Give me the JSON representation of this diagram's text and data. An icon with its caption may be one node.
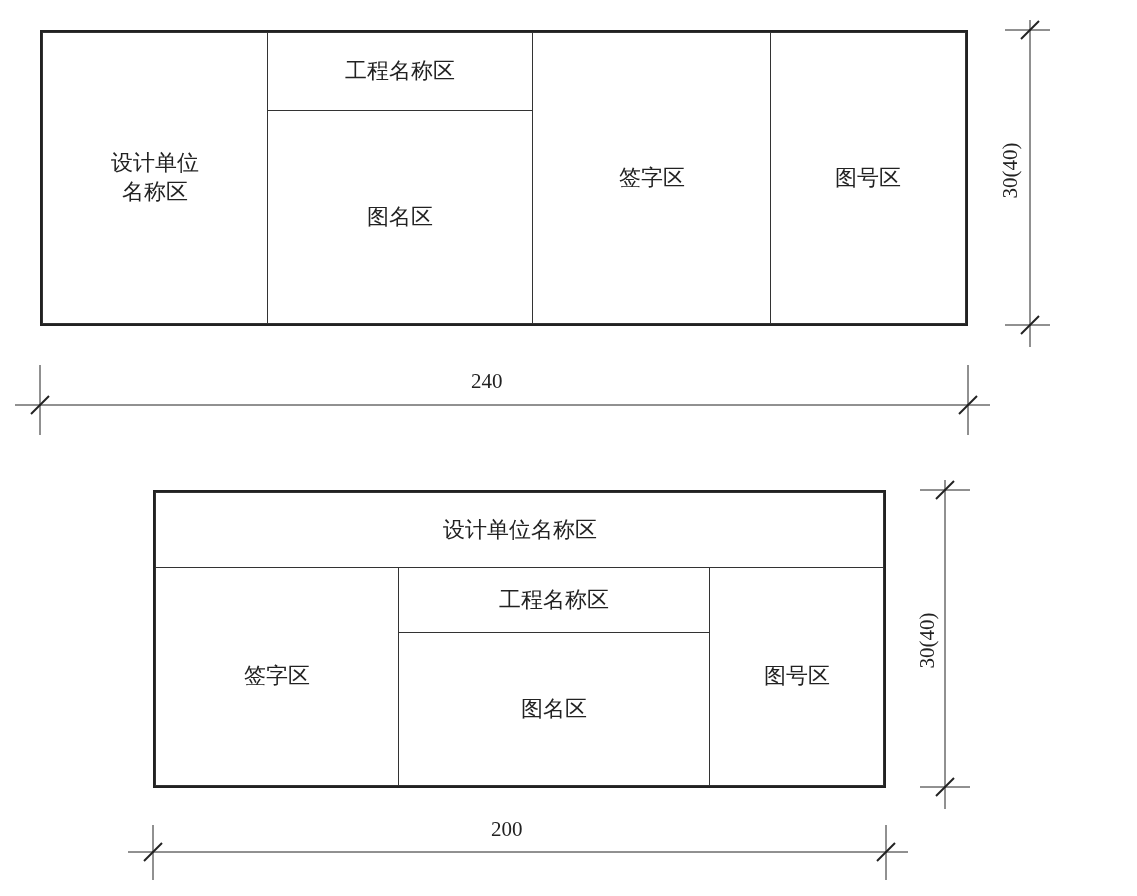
{
  "diagram": {
    "nodes": [
      {
        "text": [],
        "shape": "box"
      },
      {
        "text": [
          "设计单位名称区"
        ],
        "in": 0
      },
      {
        "text": [
          "工程名称区"
        ],
        "in": 0
      },
      {
        "text": [
          "图名区"
        ],
        "in": 0
      },
      {
        "text": [
          "签字区"
        ],
        "in": 0
      },
      {
        "text": [
          "图号区"
        ],
        "in": 0
      },
      {
        "text": [],
        "shape": "box"
      },
      {
        "text": [
          "设计单位名称区"
        ],
        "in": 6
      },
      {
        "text": [
          "工程名称区"
        ],
        "in": 6
      },
      {
        "text": [
          "签字区"
        ],
        "in": 6
      },
      {
        "text": [
          "图名区"
        ],
        "in": 6
      },
      {
        "text": [
          "图号区"
        ],
        "in": 6
      }
    ],
    "labels": [
      "30(40)",
      "240",
      "30(40)",
      "200"
    ]
  }
}
